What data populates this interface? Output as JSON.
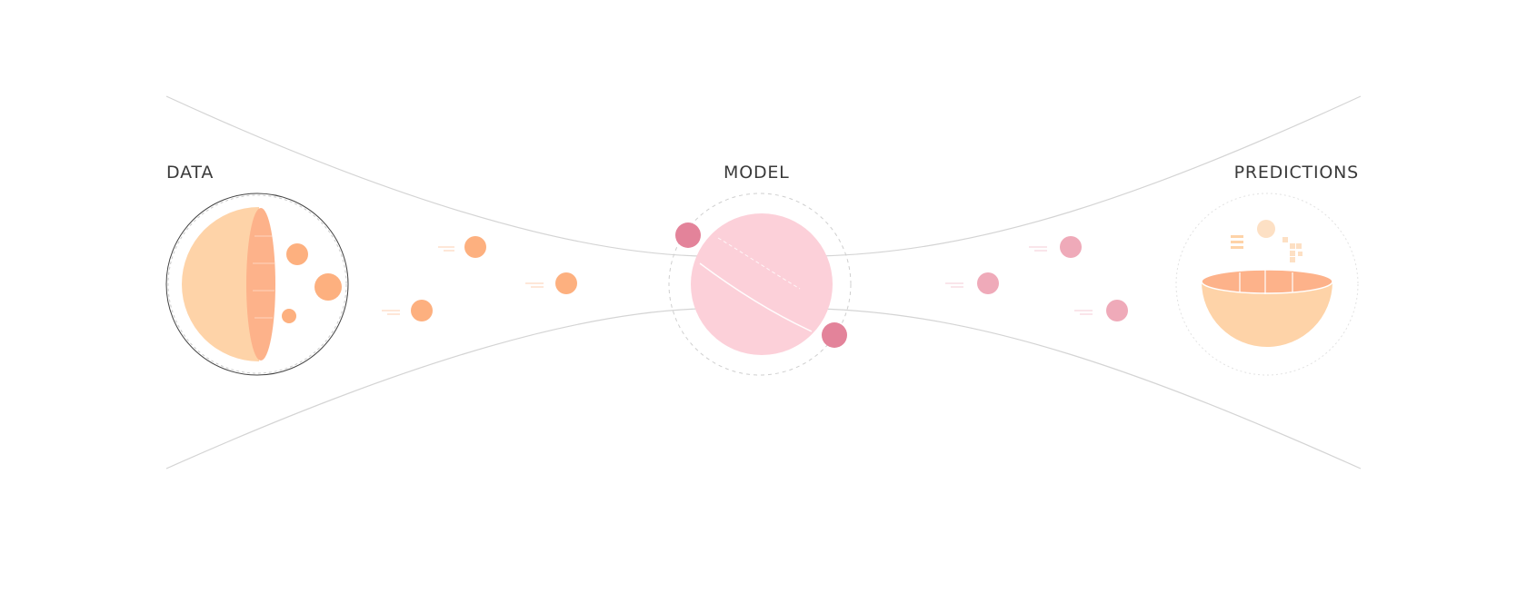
{
  "stages": [
    {
      "id": "data",
      "label": "DATA"
    },
    {
      "id": "model",
      "label": "MODEL"
    },
    {
      "id": "predictions",
      "label": "PREDICTIONS"
    }
  ],
  "colors": {
    "background": "#ffffff",
    "outline": "#d4d4d4",
    "text": "#3a3a3a",
    "data_sphere": "#fed3a8",
    "data_sphere_inner": "#fdb28a",
    "data_particle": "#fdb07f",
    "model_sphere": "#fcd0d9",
    "model_satellite": "#e3839a",
    "prediction_particle": "#efaab9",
    "prediction_bowl": "#fed3a8",
    "prediction_bowl_inner": "#fdb28a"
  }
}
